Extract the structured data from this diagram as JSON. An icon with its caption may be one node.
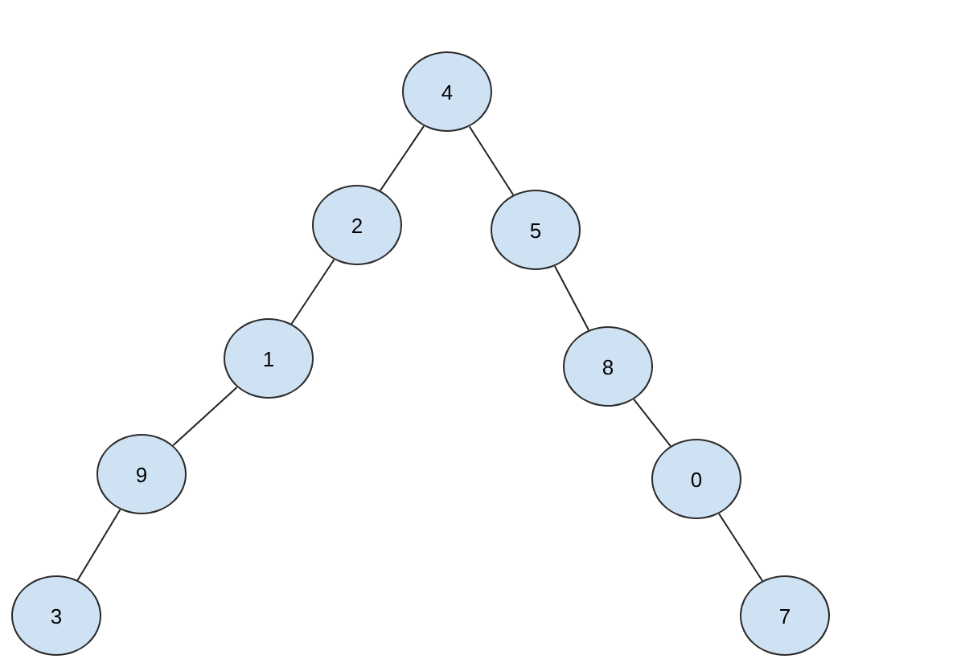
{
  "diagram": {
    "nodes": [
      {
        "text": [
          "4"
        ]
      },
      {
        "text": [
          "2"
        ]
      },
      {
        "text": [
          "5"
        ]
      },
      {
        "text": [
          "1"
        ]
      },
      {
        "text": [
          "8"
        ]
      },
      {
        "text": [
          "9"
        ]
      },
      {
        "text": [
          "0"
        ]
      },
      {
        "text": [
          "3"
        ]
      },
      {
        "text": [
          "7"
        ]
      }
    ],
    "edges": [
      {
        "from": 0,
        "to": 1,
        "arrow": "none"
      },
      {
        "from": 0,
        "to": 2,
        "arrow": "none"
      },
      {
        "from": 1,
        "to": 3,
        "arrow": "none"
      },
      {
        "from": 2,
        "to": 4,
        "arrow": "none"
      },
      {
        "from": 3,
        "to": 5,
        "arrow": "none"
      },
      {
        "from": 4,
        "to": 6,
        "arrow": "none"
      },
      {
        "from": 5,
        "to": 7,
        "arrow": "none"
      },
      {
        "from": 6,
        "to": 8,
        "arrow": "none"
      }
    ]
  }
}
